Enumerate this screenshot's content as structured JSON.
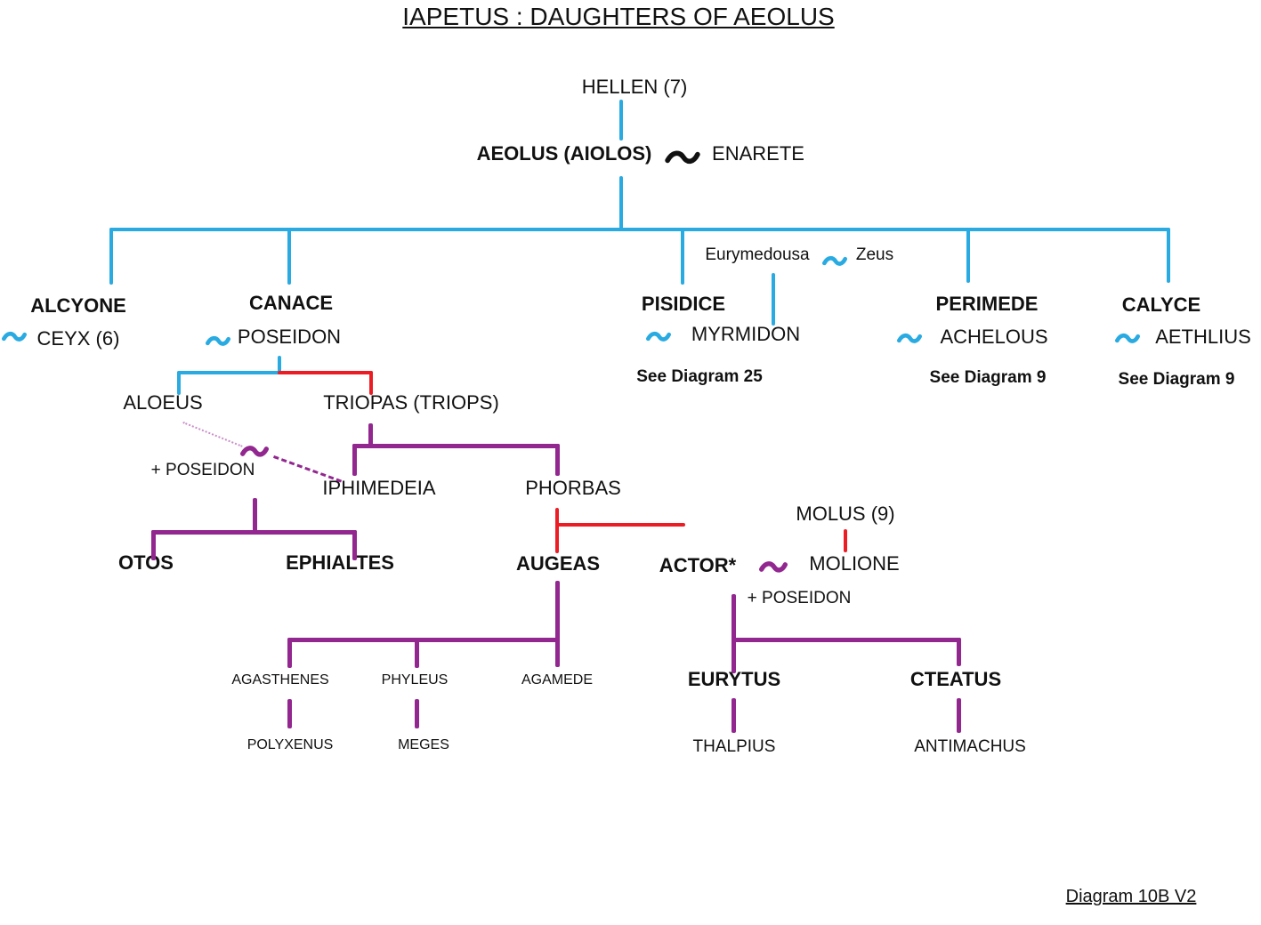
{
  "title": "IAPETUS : DAUGHTERS OF AEOLUS",
  "footer": "Diagram 10B V2",
  "colors": {
    "blue": "#29ABE2",
    "red": "#EC1C24",
    "purple": "#92278F",
    "dashed_pink": "#C98FC9",
    "text": "#111111"
  },
  "symbols": {
    "union_tilde": "~"
  },
  "tree": {
    "root": "HELLEN (7)",
    "gen1": {
      "father": "AEOLUS (AIOLOS)",
      "mother": "ENARETE"
    },
    "daughters": {
      "alcyone": {
        "name": "ALCYONE",
        "spouse": "CEYX (6)"
      },
      "canace": {
        "name": "CANACE",
        "spouse": "POSEIDON"
      },
      "pisidice": {
        "name": "PISIDICE",
        "spouse": "MYRMIDON",
        "note": "See Diagram 25"
      },
      "perimede": {
        "name": "PERIMEDE",
        "spouse": "ACHELOUS",
        "note": "See Diagram 9"
      },
      "calyce": {
        "name": "CALYCE",
        "spouse": "AETHLIUS",
        "note": "See Diagram 9"
      }
    },
    "zeus_union": {
      "wife": "Eurymedousa",
      "husband": "Zeus"
    },
    "canace_children": {
      "aloeus": {
        "name": "ALOEUS",
        "union": "+ POSEIDON"
      },
      "triopas": {
        "name": "TRIOPAS (TRIOPS)"
      }
    },
    "triopas_children": {
      "iphimedeia": "IPHIMEDEIA",
      "phorbas": "PHORBAS"
    },
    "iphimedeia_children": {
      "otos": "OTOS",
      "ephialtes": "EPHIALTES"
    },
    "phorbas_children": {
      "augeas": "AUGEAS"
    },
    "actor_union": {
      "actor": "ACTOR*",
      "molione": "MOLIONE",
      "molus": "MOLUS (9)",
      "extra": "+ POSEIDON"
    },
    "augeas_children": {
      "agasthenes": "AGASTHENES",
      "phyleus": "PHYLEUS",
      "agamede": "AGAMEDE"
    },
    "augeas_grandchildren": {
      "polyxenus": "POLYXENUS",
      "meges": "MEGES"
    },
    "actor_children": {
      "eurytus": "EURYTUS",
      "cteatus": "CTEATUS"
    },
    "actor_grandchildren": {
      "thalpius": "THALPIUS",
      "antimachus": "ANTIMACHUS"
    }
  }
}
